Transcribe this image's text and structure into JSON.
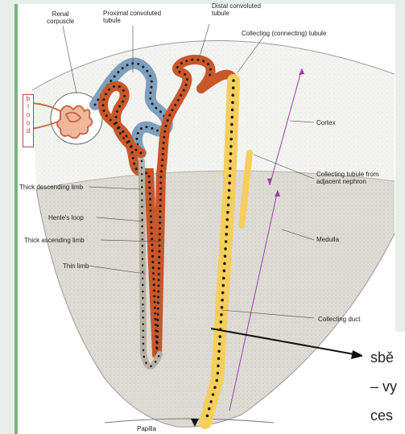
{
  "labels": {
    "renal_corpuscle": [
      "Renal",
      "corpuscle"
    ],
    "proximal": [
      "Proximal convoluted",
      "tubule"
    ],
    "distal": [
      "Distal convoluted",
      "tubule"
    ],
    "collecting_tubule": "Collecting (connecting) tubule",
    "cortex": "Cortex",
    "collecting_adjacent": [
      "Collecting tubule from",
      "adjacent nephron"
    ],
    "thick_descending": "Thick descending limb",
    "henle": "Henle's loop",
    "thick_ascending": "Thick ascending limb",
    "thin_limb": "Thin limb",
    "medulla": "Medulla",
    "collecting_duct": "Collecting duct",
    "papilla": "Papilla",
    "blood_letters": [
      "b",
      "l",
      "o",
      "o",
      "d"
    ]
  },
  "side_text": [
    "sbě",
    "– vy",
    "ces"
  ],
  "colors": {
    "proximal": "#7f9fbe",
    "distal": "#c8572a",
    "collecting": "#f6cf5c",
    "dots": "#1b1b1b",
    "arc": "#9a3fa8",
    "corpuscle": "#e9a17e"
  }
}
